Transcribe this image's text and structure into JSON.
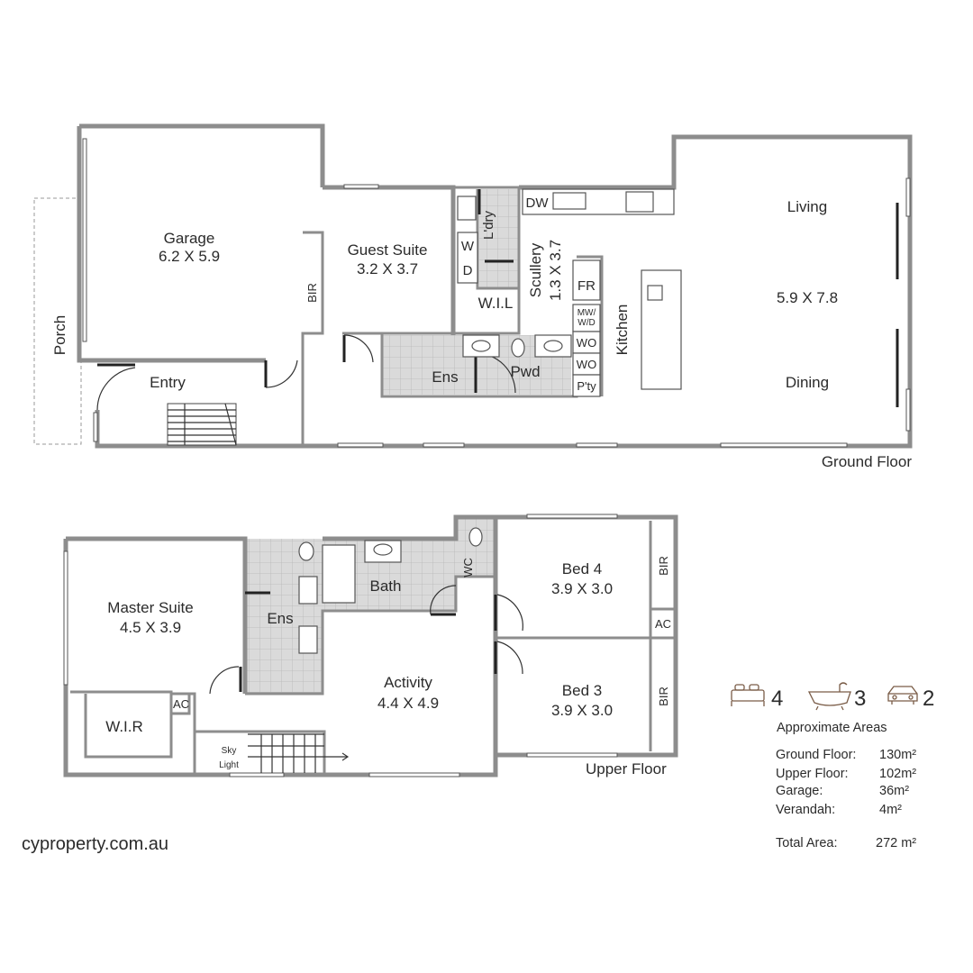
{
  "ground_floor": {
    "label": "Ground Floor",
    "rooms": {
      "garage": "Garage",
      "garage_size": "6.2 X 5.9",
      "porch": "Porch",
      "entry": "Entry",
      "bir": "BIR",
      "guest_suite": "Guest Suite",
      "guest_suite_size": "3.2 X 3.7",
      "laundry": "L'dry",
      "washer": "W",
      "dryer": "D",
      "wil": "W.I.L",
      "ensuite": "Ens",
      "powder": "Pwd",
      "scullery": "Scullery",
      "scullery_size": "1.3 X 3.7",
      "dishwasher": "DW",
      "fridge": "FR",
      "microwave": "MW/",
      "microwave_2": "W/D",
      "wall_oven_1": "WO",
      "wall_oven_2": "WO",
      "pantry": "P'ty",
      "kitchen": "Kitchen",
      "living": "Living",
      "living_size": "5.9 X 7.8",
      "dining": "Dining"
    }
  },
  "upper_floor": {
    "label": "Upper Floor",
    "rooms": {
      "master_suite": "Master Suite",
      "master_suite_size": "4.5 X 3.9",
      "ensuite": "Ens",
      "wir": "W.I.R",
      "ac_1": "AC",
      "bath": "Bath",
      "wc": "WC",
      "activity": "Activity",
      "activity_size": "4.4 X 4.9",
      "skylight": "Sky",
      "skylight_2": "Light",
      "bed4": "Bed 4",
      "bed4_size": "3.9 X 3.0",
      "bir_1": "BIR",
      "ac_2": "AC",
      "bed3": "Bed 3",
      "bed3_size": "3.9 X 3.0",
      "bir_2": "BIR"
    }
  },
  "features": [
    {
      "icon": "bed-icon",
      "count": "4"
    },
    {
      "icon": "bath-icon",
      "count": "3"
    },
    {
      "icon": "car-icon",
      "count": "2"
    }
  ],
  "areas": {
    "title": "Approximate Areas",
    "rows": [
      {
        "label": "Ground Floor:",
        "value": "130m²"
      },
      {
        "label": "Upper Floor:",
        "value": "102m²"
      },
      {
        "label": "Garage:",
        "value": "36m²"
      },
      {
        "label": "Verandah:",
        "value": "4m²"
      }
    ],
    "total_label": "Total Area:",
    "total_value": "272 m²"
  },
  "website": "cyproperty.com.au",
  "colors": {
    "wall": "#8d8d8d",
    "tile": "#d9d9d9",
    "text": "#2b2b2b",
    "icon": "#7a5c47"
  }
}
